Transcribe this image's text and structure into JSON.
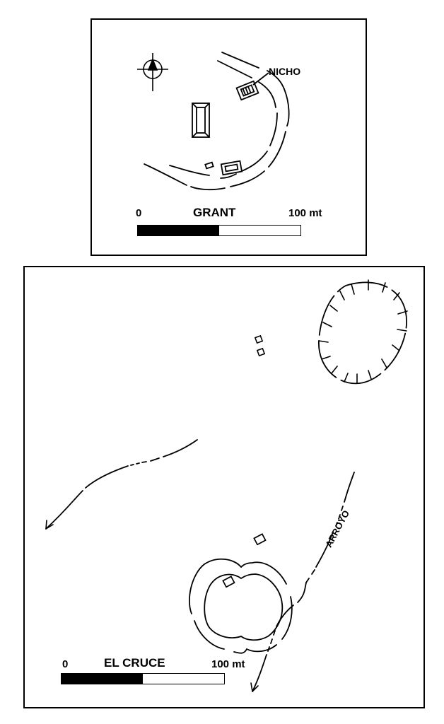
{
  "maps": [
    {
      "site_name": "GRANT",
      "scale": {
        "start": "0",
        "end": "100 mt"
      },
      "labels": {
        "nicho": "NICHO"
      },
      "icons": [
        "north-arrow-icon"
      ]
    },
    {
      "site_name": "EL CRUCE",
      "scale": {
        "start": "0",
        "end": "100 mt"
      },
      "labels": {
        "arroyo": "ARROYO"
      }
    }
  ],
  "colors": {
    "ink": "#000000",
    "paper": "#ffffff"
  }
}
